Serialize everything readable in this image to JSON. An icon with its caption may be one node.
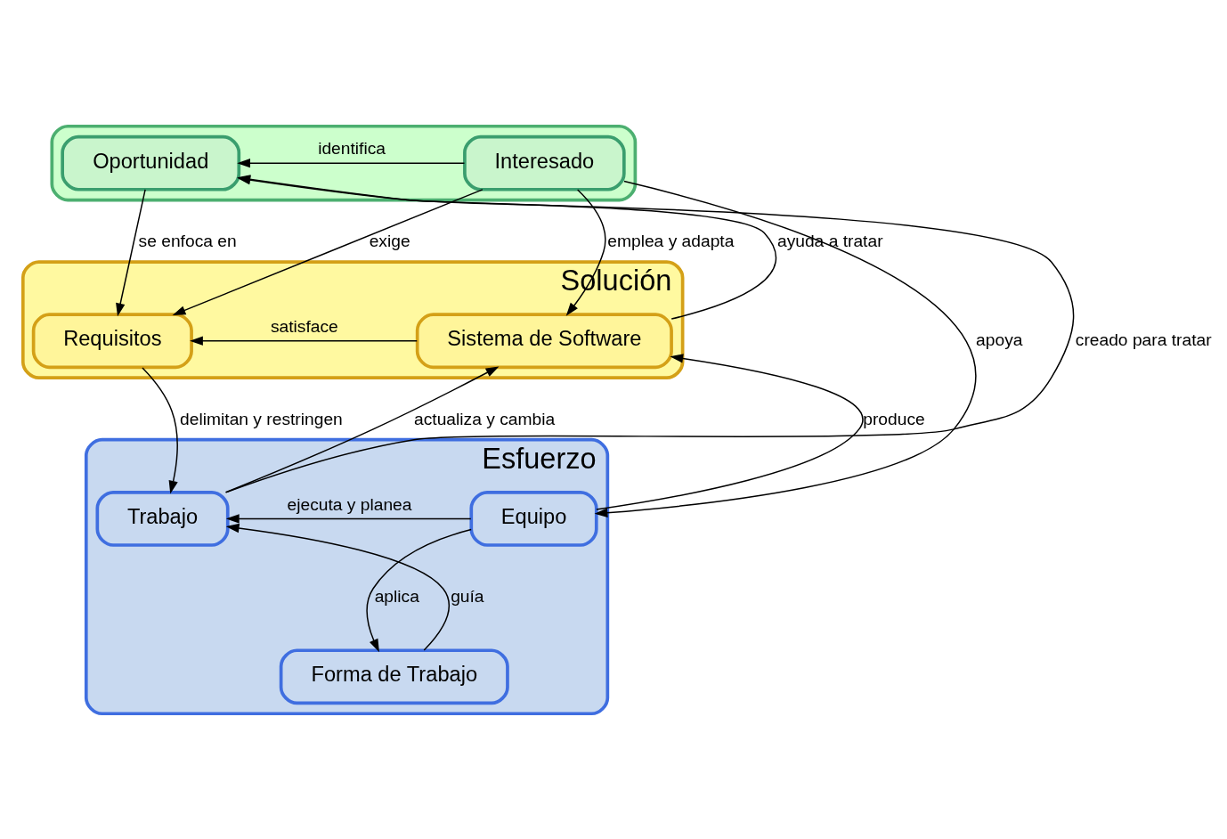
{
  "diagram": {
    "nodes": [
      {
        "text": [],
        "shape": "box"
      },
      {
        "text": [
          "Oportunidad"
        ],
        "in": 0
      },
      {
        "text": [
          "Interesado"
        ],
        "in": 0
      },
      {
        "text": [
          "Solución"
        ]
      },
      {
        "text": [
          "Requisitos"
        ],
        "in": 3
      },
      {
        "text": [
          "Sistema de Software"
        ],
        "in": 3
      },
      {
        "text": [
          "Esfuerzo"
        ]
      },
      {
        "text": [
          "Trabajo"
        ],
        "in": 6
      },
      {
        "text": [
          "Equipo"
        ],
        "in": 6
      },
      {
        "text": [
          "Forma de Trabajo"
        ],
        "in": 6
      }
    ],
    "edges": [
      {
        "from": 2,
        "to": 1,
        "label": "identifica",
        "arrow": "to"
      },
      {
        "from": 1,
        "to": 4,
        "label": "se enfoca en",
        "arrow": "to"
      },
      {
        "from": 2,
        "to": 4,
        "label": "exige",
        "arrow": "to"
      },
      {
        "from": 5,
        "to": 1,
        "label": "ayuda a tratar",
        "arrow": "to"
      },
      {
        "from": 2,
        "to": 5,
        "label": "emplea y adapta",
        "arrow": "to"
      },
      {
        "from": 5,
        "to": 4,
        "label": "satisface",
        "arrow": "to"
      },
      {
        "from": 7,
        "to": 1,
        "label": "creado para tratar",
        "arrow": "to"
      },
      {
        "from": 2,
        "to": 8,
        "label": "apoya",
        "arrow": "to"
      },
      {
        "from": 4,
        "to": 7,
        "label": "delimitan y restringen",
        "arrow": "to"
      },
      {
        "from": 7,
        "to": 5,
        "label": "actualiza y cambia",
        "arrow": "to"
      },
      {
        "from": 8,
        "to": 5,
        "label": "produce",
        "arrow": "to"
      },
      {
        "from": 8,
        "to": 7,
        "label": "ejecuta y planea",
        "arrow": "to"
      },
      {
        "from": 9,
        "to": 7,
        "label": "guía",
        "arrow": "to"
      },
      {
        "from": 8,
        "to": 9,
        "label": "aplica",
        "arrow": "to"
      }
    ]
  }
}
